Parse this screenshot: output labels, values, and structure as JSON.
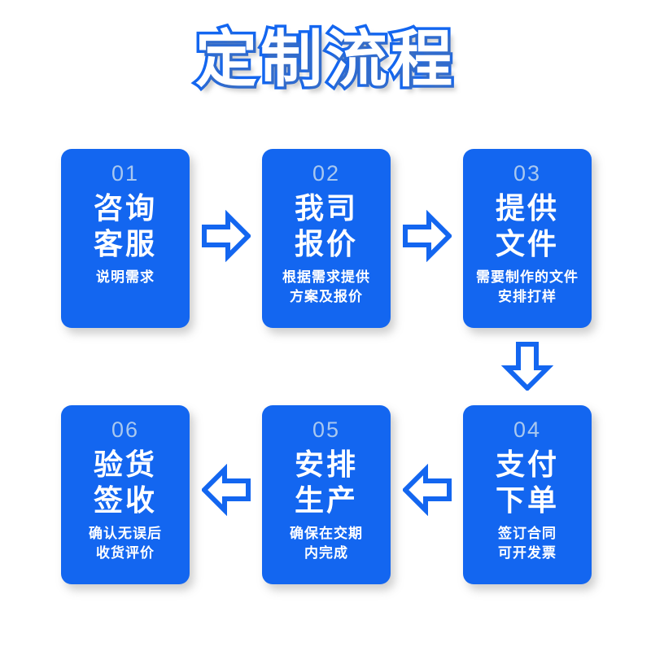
{
  "page": {
    "title": "定制流程",
    "background": "#ffffff",
    "accent_color": "#1366f0",
    "number_color": "#a9c8ef",
    "text_color": "#ffffff"
  },
  "flow": {
    "steps": [
      {
        "number": "01",
        "title_lines": [
          "咨询",
          "客服"
        ],
        "desc_lines": [
          "说明需求"
        ]
      },
      {
        "number": "02",
        "title_lines": [
          "我司",
          "报价"
        ],
        "desc_lines": [
          "根据需求提供",
          "方案及报价"
        ]
      },
      {
        "number": "03",
        "title_lines": [
          "提供",
          "文件"
        ],
        "desc_lines": [
          "需要制作的文件",
          "安排打样"
        ]
      },
      {
        "number": "04",
        "title_lines": [
          "支付",
          "下单"
        ],
        "desc_lines": [
          "签订合同",
          "可开发票"
        ]
      },
      {
        "number": "05",
        "title_lines": [
          "安排",
          "生产"
        ],
        "desc_lines": [
          "确保在交期",
          "内完成"
        ]
      },
      {
        "number": "06",
        "title_lines": [
          "验货",
          "签收"
        ],
        "desc_lines": [
          "确认无误后",
          "收货评价"
        ]
      }
    ],
    "connectors": [
      {
        "icon": "arrow-right-icon",
        "from": "01",
        "to": "02",
        "direction": "right"
      },
      {
        "icon": "arrow-right-icon",
        "from": "02",
        "to": "03",
        "direction": "right"
      },
      {
        "icon": "arrow-down-icon",
        "from": "03",
        "to": "04",
        "direction": "down"
      },
      {
        "icon": "arrow-left-icon",
        "from": "04",
        "to": "05",
        "direction": "left"
      },
      {
        "icon": "arrow-left-icon",
        "from": "05",
        "to": "06",
        "direction": "left"
      }
    ]
  }
}
